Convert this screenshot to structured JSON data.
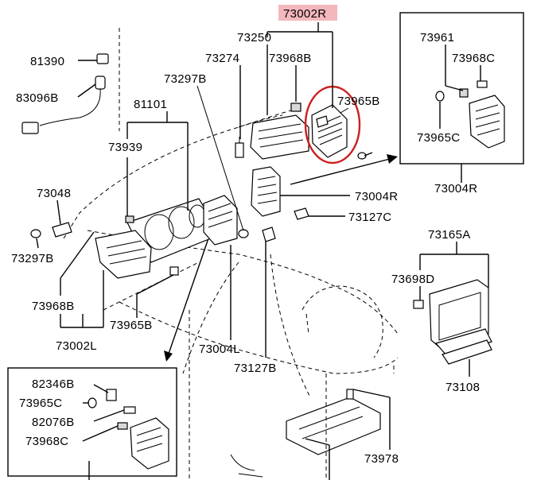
{
  "highlight": {
    "label": "73002R",
    "bg": "#f4b8bc",
    "circle": "#cc1f1f"
  },
  "labels": {
    "p73002R": "73002R",
    "p73250": "73250",
    "p73274": "73274",
    "p73968B_top": "73968B",
    "p73965B_top": "73965B",
    "p81390": "81390",
    "p83096B": "83096B",
    "p73297B_top": "73297B",
    "p81101": "81101",
    "p73939": "73939",
    "p73048": "73048",
    "p73297B_left": "73297B",
    "p73968B_left": "73968B",
    "p73965B_mid": "73965B",
    "p73002L": "73002L",
    "p73004L": "73004L",
    "p73127B": "73127B",
    "p73004R_mid": "73004R",
    "p73127C": "73127C",
    "p73165A": "73165A",
    "p73698D": "73698D",
    "p73108": "73108",
    "p73978": "73978",
    "inset_tr_73961": "73961",
    "inset_tr_73968C": "73968C",
    "inset_tr_73965C": "73965C",
    "inset_tr_title": "73004R",
    "inset_bl_82346B": "82346B",
    "inset_bl_73965C": "73965C",
    "inset_bl_82076B": "82076B",
    "inset_bl_73968C": "73968C"
  },
  "icons": [
    "bolt-icon",
    "clip-icon",
    "connector-icon",
    "vent-icon",
    "arrow-icon"
  ]
}
